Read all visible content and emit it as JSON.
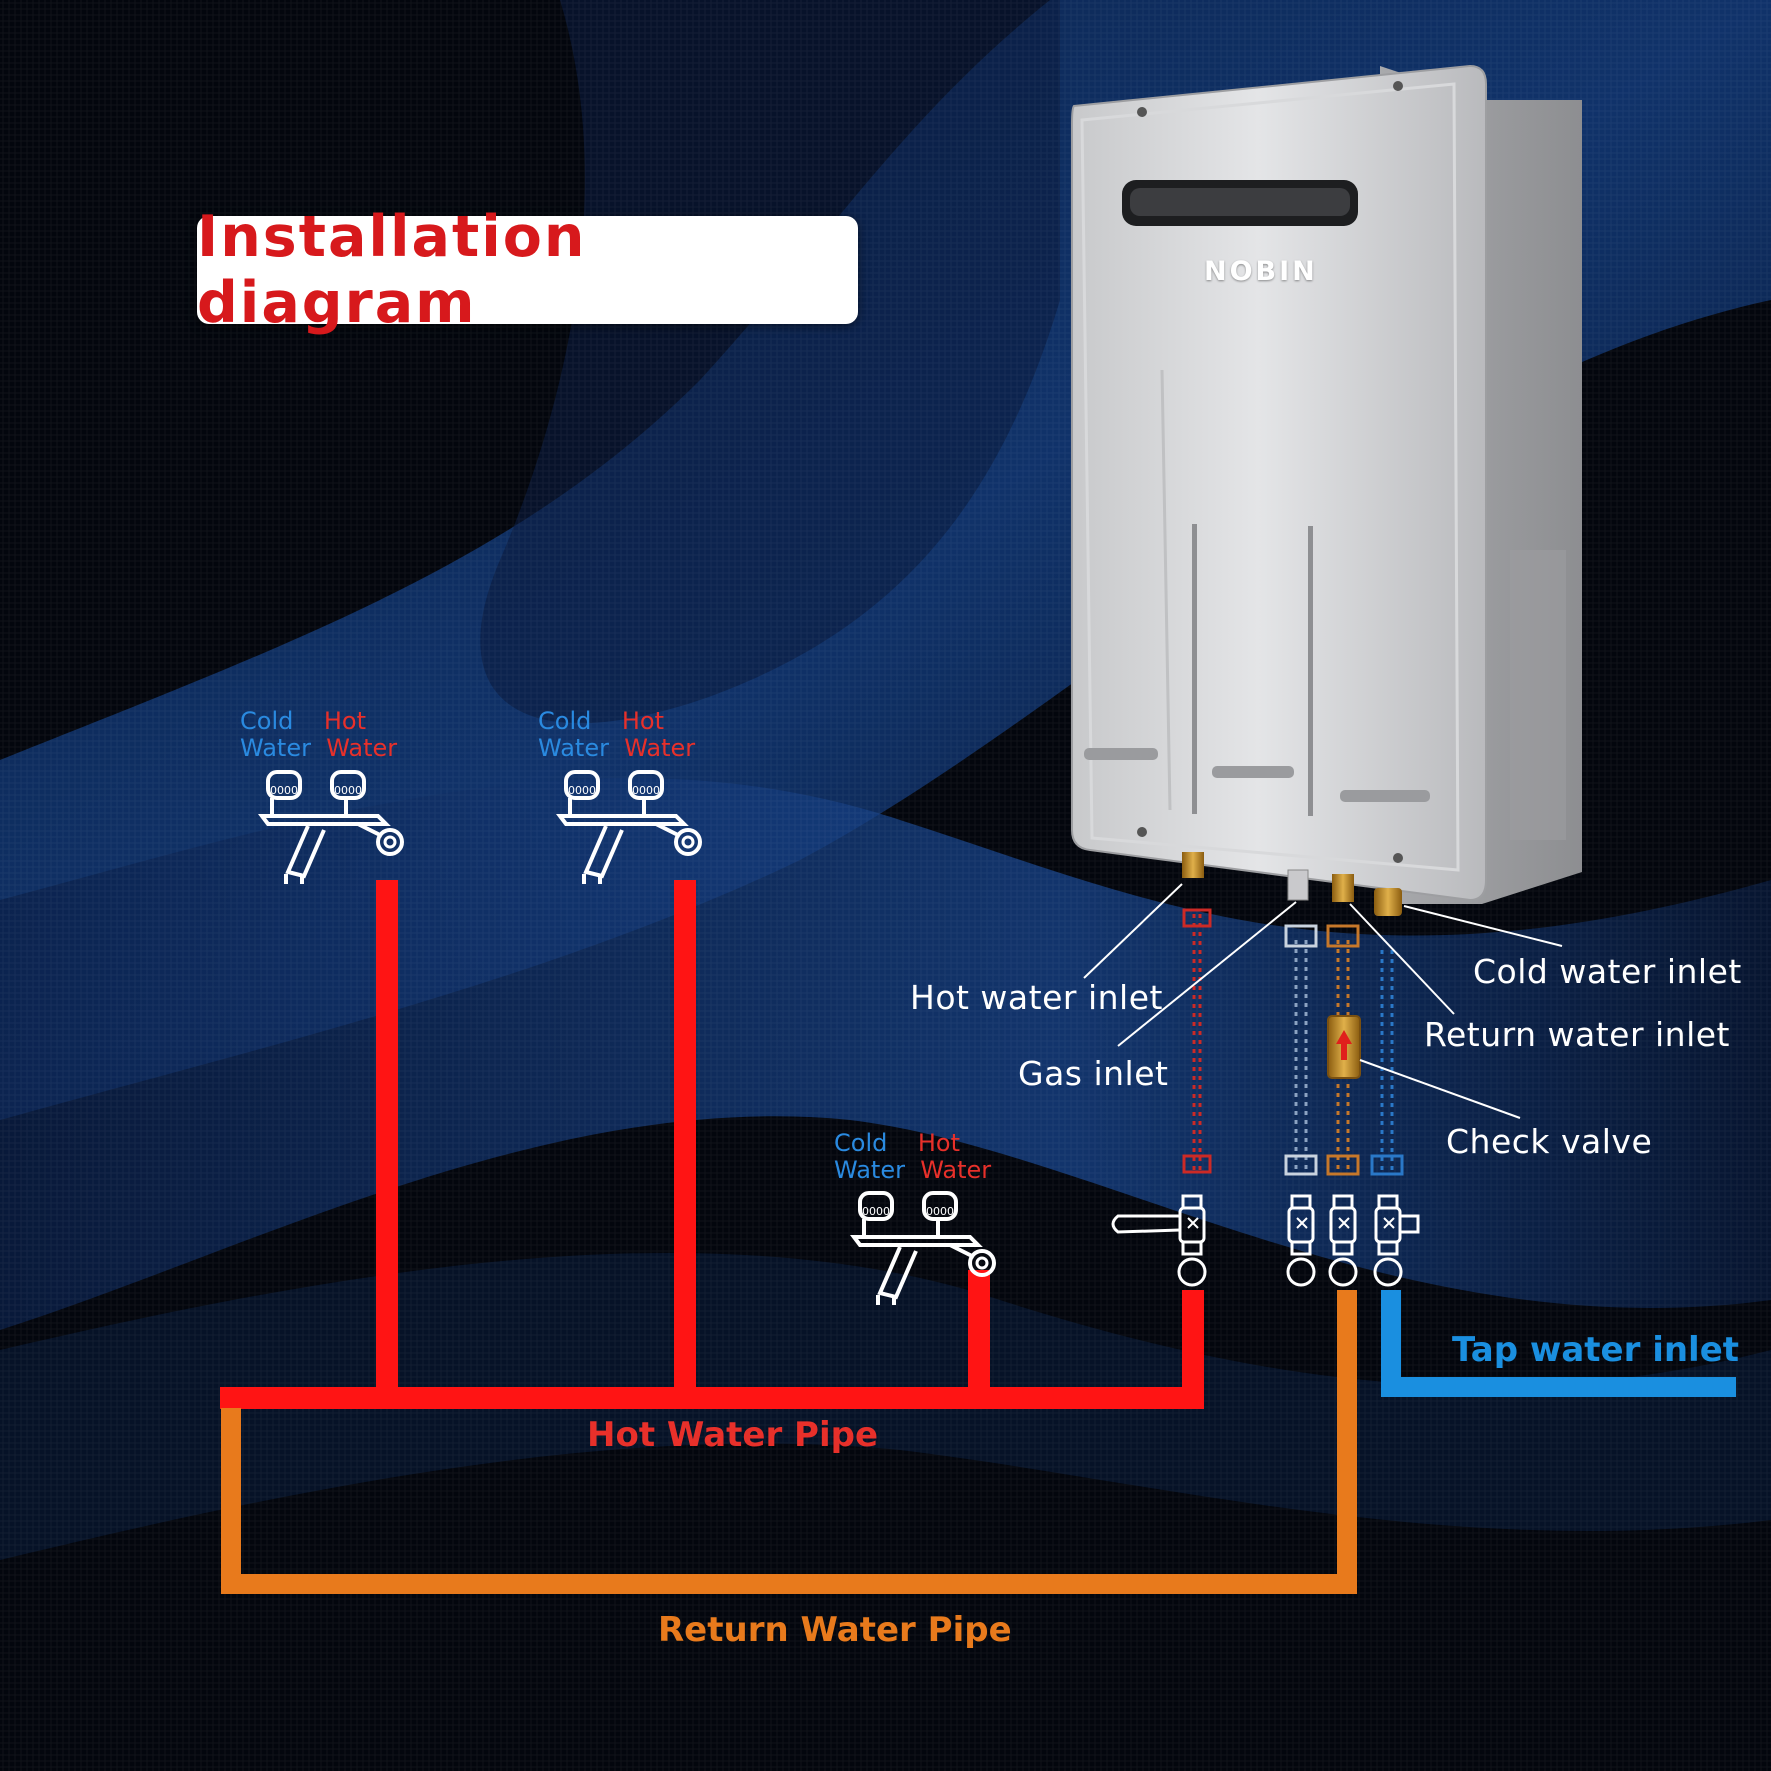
{
  "title": "Installation diagram",
  "brand": "NOBIN",
  "colors": {
    "hot_pipe": "#ff1414",
    "return_pipe": "#e87a1c",
    "tap_pipe": "#1a8fe0",
    "title_text": "#d7191c",
    "background": "#03060d"
  },
  "faucets": [
    {
      "cold_line1": "Cold",
      "cold_line2": "Water",
      "hot_line1": "Hot",
      "hot_line2": "Water"
    },
    {
      "cold_line1": "Cold",
      "cold_line2": "Water",
      "hot_line1": "Hot",
      "hot_line2": "Water"
    },
    {
      "cold_line1": "Cold",
      "cold_line2": "Water",
      "hot_line1": "Hot",
      "hot_line2": "Water"
    }
  ],
  "labels": {
    "hot_water_inlet": "Hot water inlet",
    "gas_inlet": "Gas inlet",
    "cold_water_inlet": "Cold water inlet",
    "return_water_inlet": "Return water inlet",
    "check_valve": "Check valve",
    "tap_water_inlet": "Tap water inlet",
    "hot_water_pipe": "Hot Water Pipe",
    "return_water_pipe": "Return Water Pipe"
  }
}
